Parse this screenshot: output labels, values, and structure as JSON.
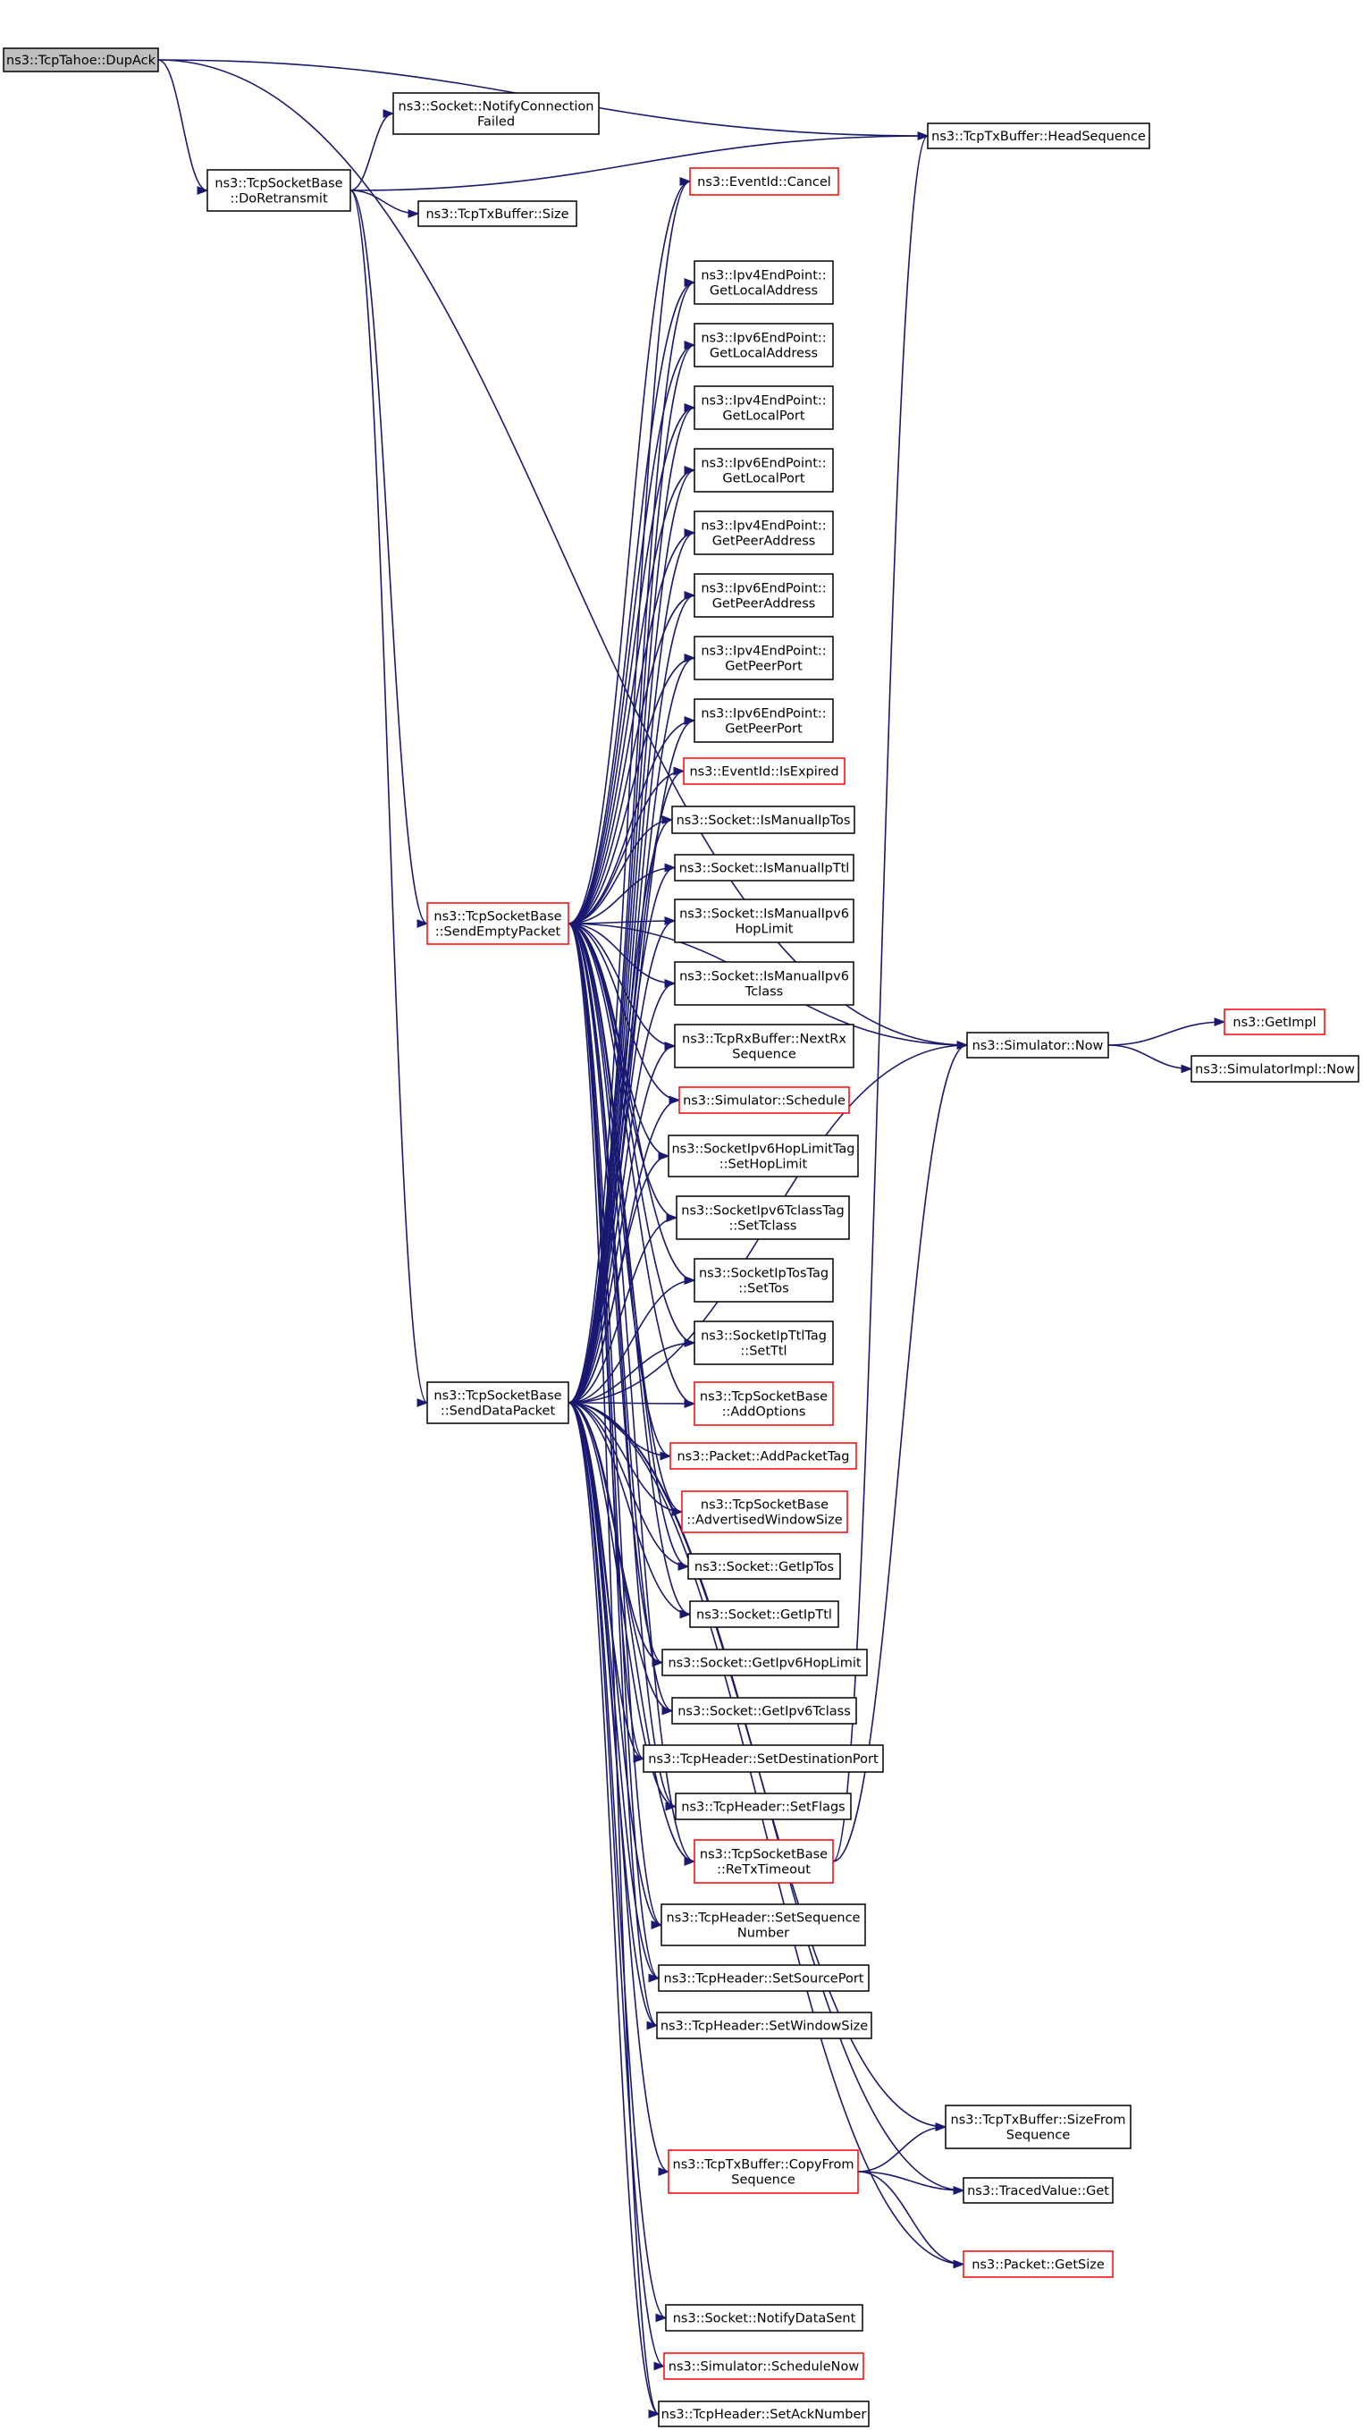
{
  "diagram": {
    "nodes": [
      {
        "id": "dupack",
        "lines": [
          "ns3::TcpTahoe::DupAck"
        ],
        "root": true
      },
      {
        "id": "doretransmit",
        "lines": [
          "ns3::TcpSocketBase",
          "::DoRetransmit"
        ]
      },
      {
        "id": "notifyconnfailed",
        "lines": [
          "ns3::Socket::NotifyConnection",
          "Failed"
        ]
      },
      {
        "id": "headsequence",
        "lines": [
          "ns3::TcpTxBuffer::HeadSequence"
        ]
      },
      {
        "id": "txsize",
        "lines": [
          "ns3::TcpTxBuffer::Size"
        ]
      },
      {
        "id": "cancel",
        "lines": [
          "ns3::EventId::Cancel"
        ],
        "red": true
      },
      {
        "id": "v4localaddr",
        "lines": [
          "ns3::Ipv4EndPoint::",
          "GetLocalAddress"
        ]
      },
      {
        "id": "v6localaddr",
        "lines": [
          "ns3::Ipv6EndPoint::",
          "GetLocalAddress"
        ]
      },
      {
        "id": "v4localport",
        "lines": [
          "ns3::Ipv4EndPoint::",
          "GetLocalPort"
        ]
      },
      {
        "id": "v6localport",
        "lines": [
          "ns3::Ipv6EndPoint::",
          "GetLocalPort"
        ]
      },
      {
        "id": "v4peeraddr",
        "lines": [
          "ns3::Ipv4EndPoint::",
          "GetPeerAddress"
        ]
      },
      {
        "id": "v6peeraddr",
        "lines": [
          "ns3::Ipv6EndPoint::",
          "GetPeerAddress"
        ]
      },
      {
        "id": "v4peerport",
        "lines": [
          "ns3::Ipv4EndPoint::",
          "GetPeerPort"
        ]
      },
      {
        "id": "v6peerport",
        "lines": [
          "ns3::Ipv6EndPoint::",
          "GetPeerPort"
        ]
      },
      {
        "id": "isexpired",
        "lines": [
          "ns3::EventId::IsExpired"
        ],
        "red": true
      },
      {
        "id": "ismanualiptos",
        "lines": [
          "ns3::Socket::IsManualIpTos"
        ]
      },
      {
        "id": "ismanualipttl",
        "lines": [
          "ns3::Socket::IsManualIpTtl"
        ]
      },
      {
        "id": "ismanualv6hop",
        "lines": [
          "ns3::Socket::IsManualIpv6",
          "HopLimit"
        ]
      },
      {
        "id": "ismanualv6tclass",
        "lines": [
          "ns3::Socket::IsManualIpv6",
          "Tclass"
        ]
      },
      {
        "id": "sendempty",
        "lines": [
          "ns3::TcpSocketBase",
          "::SendEmptyPacket"
        ],
        "red": true
      },
      {
        "id": "nextrx",
        "lines": [
          "ns3::TcpRxBuffer::NextRx",
          "Sequence"
        ]
      },
      {
        "id": "simnow",
        "lines": [
          "ns3::Simulator::Now"
        ]
      },
      {
        "id": "getimpl",
        "lines": [
          "ns3::GetImpl"
        ],
        "red": true
      },
      {
        "id": "simimplnow",
        "lines": [
          "ns3::SimulatorImpl::Now"
        ]
      },
      {
        "id": "schedule",
        "lines": [
          "ns3::Simulator::Schedule"
        ],
        "red": true
      },
      {
        "id": "sethoplimit",
        "lines": [
          "ns3::SocketIpv6HopLimitTag",
          "::SetHopLimit"
        ]
      },
      {
        "id": "settclass",
        "lines": [
          "ns3::SocketIpv6TclassTag",
          "::SetTclass"
        ]
      },
      {
        "id": "settos",
        "lines": [
          "ns3::SocketIpTosTag",
          "::SetTos"
        ]
      },
      {
        "id": "setttl",
        "lines": [
          "ns3::SocketIpTtlTag",
          "::SetTtl"
        ]
      },
      {
        "id": "senddata",
        "lines": [
          "ns3::TcpSocketBase",
          "::SendDataPacket"
        ]
      },
      {
        "id": "addoptions",
        "lines": [
          "ns3::TcpSocketBase",
          "::AddOptions"
        ],
        "red": true
      },
      {
        "id": "addpackettag",
        "lines": [
          "ns3::Packet::AddPacketTag"
        ],
        "red": true
      },
      {
        "id": "advwindow",
        "lines": [
          "ns3::TcpSocketBase",
          "::AdvertisedWindowSize"
        ],
        "red": true
      },
      {
        "id": "getiptos",
        "lines": [
          "ns3::Socket::GetIpTos"
        ]
      },
      {
        "id": "getipttl",
        "lines": [
          "ns3::Socket::GetIpTtl"
        ]
      },
      {
        "id": "getv6hop",
        "lines": [
          "ns3::Socket::GetIpv6HopLimit"
        ]
      },
      {
        "id": "getv6tclass",
        "lines": [
          "ns3::Socket::GetIpv6Tclass"
        ]
      },
      {
        "id": "setdestport",
        "lines": [
          "ns3::TcpHeader::SetDestinationPort"
        ]
      },
      {
        "id": "setflags",
        "lines": [
          "ns3::TcpHeader::SetFlags"
        ]
      },
      {
        "id": "retxtimeout",
        "lines": [
          "ns3::TcpSocketBase",
          "::ReTxTimeout"
        ],
        "red": true
      },
      {
        "id": "setseq",
        "lines": [
          "ns3::TcpHeader::SetSequence",
          "Number"
        ]
      },
      {
        "id": "setsrcport",
        "lines": [
          "ns3::TcpHeader::SetSourcePort"
        ]
      },
      {
        "id": "setwinsize",
        "lines": [
          "ns3::TcpHeader::SetWindowSize"
        ]
      },
      {
        "id": "sizefromseq",
        "lines": [
          "ns3::TcpTxBuffer::SizeFrom",
          "Sequence"
        ]
      },
      {
        "id": "copyfromseq",
        "lines": [
          "ns3::TcpTxBuffer::CopyFrom",
          "Sequence"
        ],
        "red": true
      },
      {
        "id": "tracedget",
        "lines": [
          "ns3::TracedValue::Get"
        ]
      },
      {
        "id": "packetgetsize",
        "lines": [
          "ns3::Packet::GetSize"
        ],
        "red": true
      },
      {
        "id": "notifydatasent",
        "lines": [
          "ns3::Socket::NotifyDataSent"
        ]
      },
      {
        "id": "schedulenow",
        "lines": [
          "ns3::Simulator::ScheduleNow"
        ],
        "red": true
      },
      {
        "id": "setacknum",
        "lines": [
          "ns3::TcpHeader::SetAckNumber"
        ]
      }
    ],
    "edges": [
      [
        "dupack",
        "doretransmit"
      ],
      [
        "dupack",
        "headsequence"
      ],
      [
        "dupack",
        "simnow"
      ],
      [
        "doretransmit",
        "notifyconnfailed"
      ],
      [
        "doretransmit",
        "headsequence"
      ],
      [
        "doretransmit",
        "txsize"
      ],
      [
        "doretransmit",
        "sendempty"
      ],
      [
        "doretransmit",
        "senddata"
      ],
      [
        "sendempty",
        "cancel"
      ],
      [
        "sendempty",
        "v4localaddr"
      ],
      [
        "sendempty",
        "v6localaddr"
      ],
      [
        "sendempty",
        "v4localport"
      ],
      [
        "sendempty",
        "v6localport"
      ],
      [
        "sendempty",
        "v4peeraddr"
      ],
      [
        "sendempty",
        "v6peeraddr"
      ],
      [
        "sendempty",
        "v4peerport"
      ],
      [
        "sendempty",
        "v6peerport"
      ],
      [
        "sendempty",
        "isexpired"
      ],
      [
        "sendempty",
        "ismanualiptos"
      ],
      [
        "sendempty",
        "ismanualipttl"
      ],
      [
        "sendempty",
        "ismanualv6hop"
      ],
      [
        "sendempty",
        "ismanualv6tclass"
      ],
      [
        "sendempty",
        "nextrx"
      ],
      [
        "sendempty",
        "simnow"
      ],
      [
        "sendempty",
        "schedule"
      ],
      [
        "sendempty",
        "sethoplimit"
      ],
      [
        "sendempty",
        "settclass"
      ],
      [
        "sendempty",
        "settos"
      ],
      [
        "sendempty",
        "setttl"
      ],
      [
        "sendempty",
        "addoptions"
      ],
      [
        "sendempty",
        "addpackettag"
      ],
      [
        "sendempty",
        "advwindow"
      ],
      [
        "sendempty",
        "getiptos"
      ],
      [
        "sendempty",
        "getipttl"
      ],
      [
        "sendempty",
        "getv6hop"
      ],
      [
        "sendempty",
        "getv6tclass"
      ],
      [
        "sendempty",
        "setdestport"
      ],
      [
        "sendempty",
        "setflags"
      ],
      [
        "sendempty",
        "retxtimeout"
      ],
      [
        "sendempty",
        "setseq"
      ],
      [
        "sendempty",
        "setsrcport"
      ],
      [
        "sendempty",
        "setwinsize"
      ],
      [
        "sendempty",
        "setacknum"
      ],
      [
        "senddata",
        "cancel"
      ],
      [
        "senddata",
        "v4localaddr"
      ],
      [
        "senddata",
        "v6localaddr"
      ],
      [
        "senddata",
        "v4localport"
      ],
      [
        "senddata",
        "v6localport"
      ],
      [
        "senddata",
        "v4peeraddr"
      ],
      [
        "senddata",
        "v6peeraddr"
      ],
      [
        "senddata",
        "v4peerport"
      ],
      [
        "senddata",
        "v6peerport"
      ],
      [
        "senddata",
        "isexpired"
      ],
      [
        "senddata",
        "ismanualiptos"
      ],
      [
        "senddata",
        "ismanualipttl"
      ],
      [
        "senddata",
        "ismanualv6hop"
      ],
      [
        "senddata",
        "ismanualv6tclass"
      ],
      [
        "senddata",
        "nextrx"
      ],
      [
        "senddata",
        "simnow"
      ],
      [
        "senddata",
        "schedule"
      ],
      [
        "senddata",
        "sethoplimit"
      ],
      [
        "senddata",
        "settclass"
      ],
      [
        "senddata",
        "settos"
      ],
      [
        "senddata",
        "setttl"
      ],
      [
        "senddata",
        "addoptions"
      ],
      [
        "senddata",
        "addpackettag"
      ],
      [
        "senddata",
        "advwindow"
      ],
      [
        "senddata",
        "getiptos"
      ],
      [
        "senddata",
        "getipttl"
      ],
      [
        "senddata",
        "getv6hop"
      ],
      [
        "senddata",
        "getv6tclass"
      ],
      [
        "senddata",
        "setdestport"
      ],
      [
        "senddata",
        "setflags"
      ],
      [
        "senddata",
        "retxtimeout"
      ],
      [
        "senddata",
        "setseq"
      ],
      [
        "senddata",
        "setsrcport"
      ],
      [
        "senddata",
        "setwinsize"
      ],
      [
        "senddata",
        "sizefromseq"
      ],
      [
        "senddata",
        "copyfromseq"
      ],
      [
        "senddata",
        "tracedget"
      ],
      [
        "senddata",
        "packetgetsize"
      ],
      [
        "senddata",
        "notifydatasent"
      ],
      [
        "senddata",
        "schedulenow"
      ],
      [
        "senddata",
        "setacknum"
      ],
      [
        "retxtimeout",
        "headsequence"
      ],
      [
        "retxtimeout",
        "simnow"
      ],
      [
        "copyfromseq",
        "sizefromseq"
      ],
      [
        "copyfromseq",
        "tracedget"
      ],
      [
        "copyfromseq",
        "packetgetsize"
      ],
      [
        "simnow",
        "getimpl"
      ],
      [
        "simnow",
        "simimplnow"
      ]
    ]
  },
  "colors": {
    "edge": "#191970",
    "node_border": "#000000",
    "node_border_highlight": "#ff0000",
    "root_fill": "#bfbfbf"
  }
}
